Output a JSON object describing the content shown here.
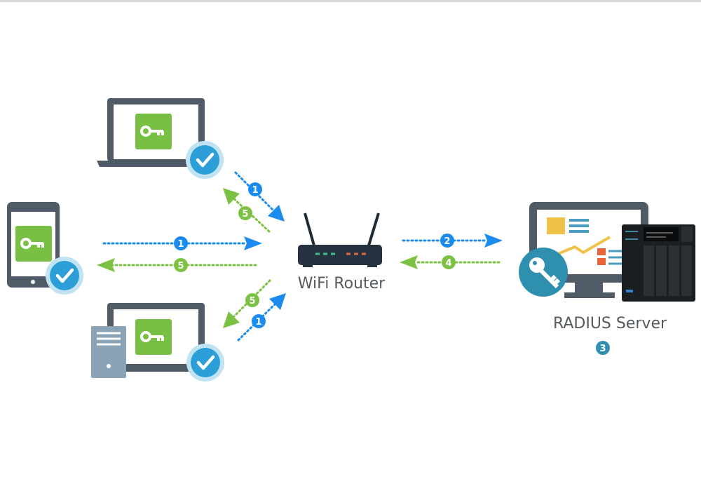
{
  "labels": {
    "router": "WiFi Router",
    "server": "RADIUS Server"
  },
  "steps": {
    "s1": "1",
    "s2": "2",
    "s3": "3",
    "s4": "4",
    "s5": "5"
  },
  "colors": {
    "request": "#1a8cf0",
    "response": "#7cc242",
    "device": "#4f5b66",
    "key_box": "#77c043",
    "check": "#2c9fd9",
    "server_key": "#2f8fae"
  },
  "icons": [
    "laptop-icon",
    "tablet-icon",
    "desktop-icon",
    "key-icon",
    "check-icon",
    "router-icon",
    "server-icon",
    "nas-icon"
  ]
}
